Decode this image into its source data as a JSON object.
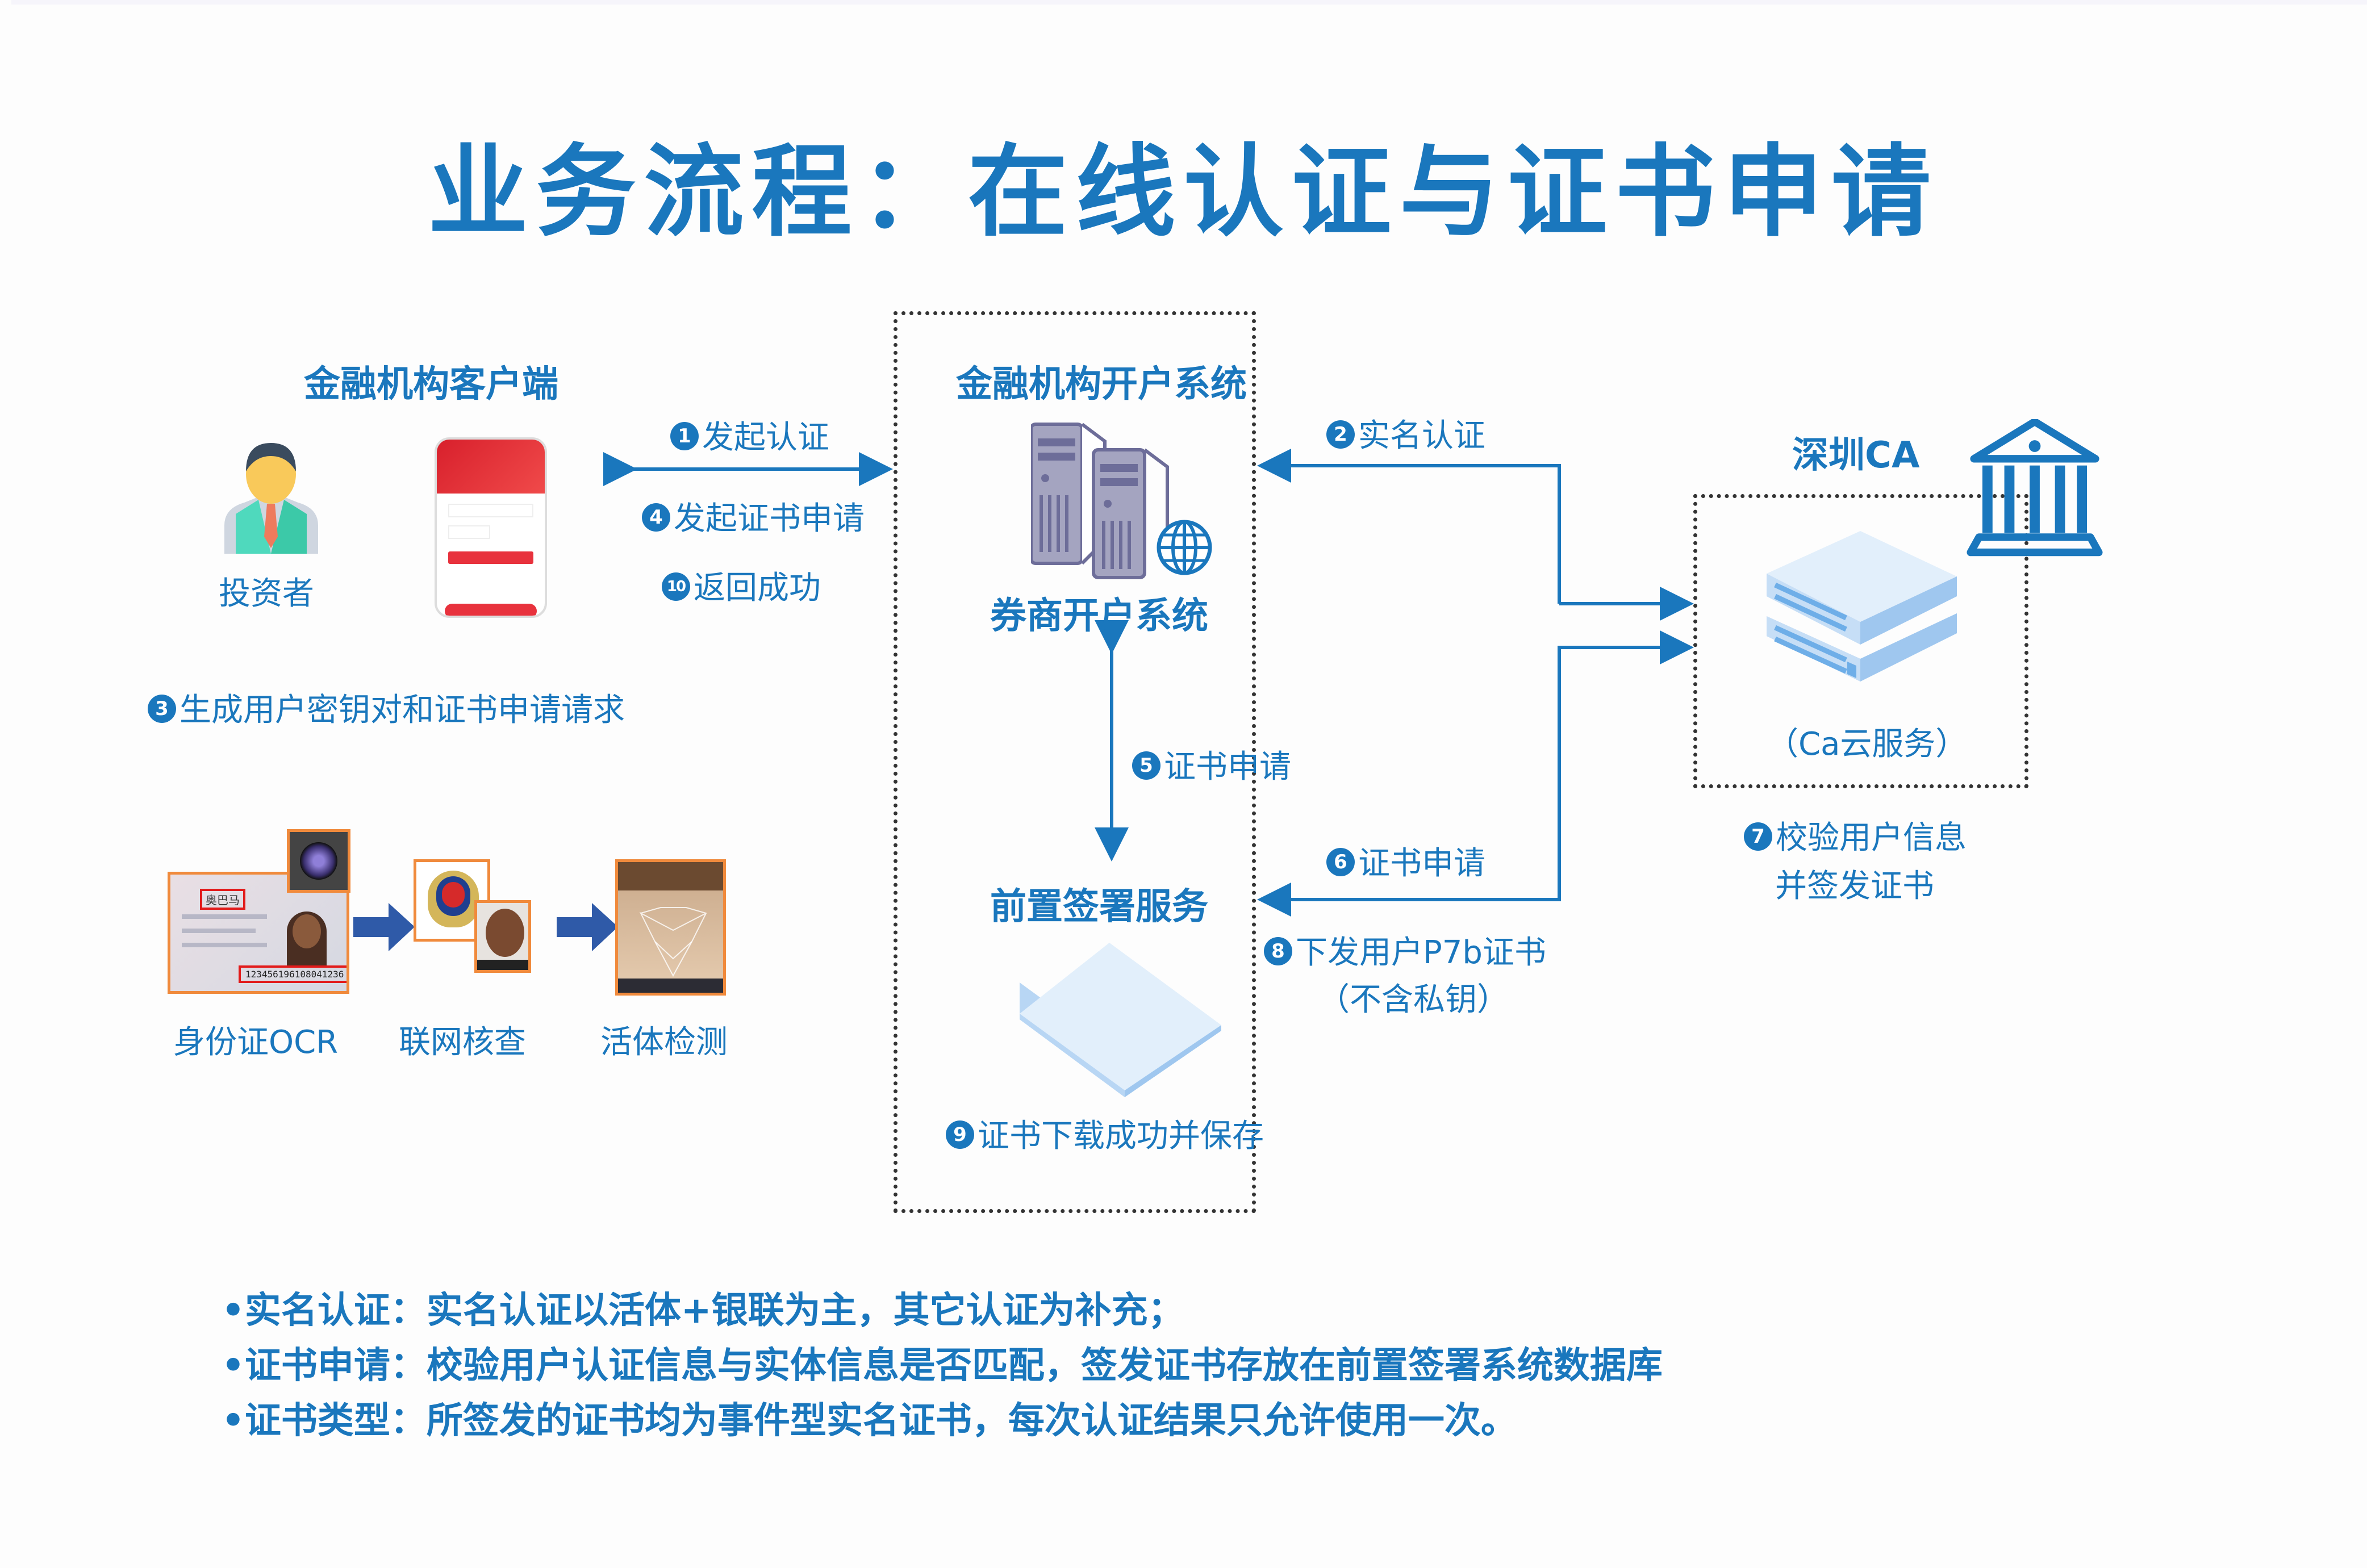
{
  "title": "业务流程：在线认证与证书申请",
  "colors": {
    "primary": "#1a77bd",
    "orange_frame": "#f08a3c",
    "arrow_fill": "#2f5aa8",
    "dotted": "#333333"
  },
  "client": {
    "heading": "金融机构客户端",
    "investor_label": "投资者",
    "investor_icon": "person-icon",
    "phone_icon": "mobile-app-icon"
  },
  "client_arrows": {
    "step1": {
      "num": "1",
      "text": "发起认证"
    },
    "step4": {
      "num": "4",
      "text": "发起证书申请"
    },
    "step10": {
      "num": "10",
      "text": "返回成功"
    }
  },
  "step3": {
    "num": "3",
    "text": "生成用户密钥对和证书申请请求"
  },
  "verification": {
    "items": [
      {
        "label": "身份证OCR",
        "icon": "id-card-icon"
      },
      {
        "label": "联网核查",
        "icon": "police-badge-icon"
      },
      {
        "label": "活体检测",
        "icon": "face-scan-icon"
      }
    ],
    "id_card_name": "奥巴马",
    "id_card_number": "123456196108041236"
  },
  "institution": {
    "heading": "金融机构开户系统",
    "broker_system": "券商开户系统",
    "server_icon": "server-globe-icon",
    "step5": {
      "num": "5",
      "text": "证书申请"
    },
    "signing_service": "前置签署服务",
    "step9": {
      "num": "9",
      "text": "证书下载成功并保存"
    }
  },
  "ca_arrows": {
    "step2": {
      "num": "2",
      "text": "实名认证"
    },
    "step6": {
      "num": "6",
      "text": "证书申请"
    },
    "step8": {
      "num": "8",
      "text": "下发用户P7b证书",
      "sub": "（不含私钥）"
    }
  },
  "ca": {
    "heading": "深圳CA",
    "bank_icon": "institution-icon",
    "cloud_label": "（Ca云服务）",
    "step7": {
      "num": "7",
      "text": "校验用户信息",
      "sub": "并签发证书"
    }
  },
  "notes": [
    "•实名认证：实名认证以活体+银联为主，其它认证为补充；",
    "•证书申请：校验用户认证信息与实体信息是否匹配，签发证书存放在前置签署系统数据库",
    "•证书类型：所签发的证书均为事件型实名证书，每次认证结果只允许使用一次。"
  ]
}
